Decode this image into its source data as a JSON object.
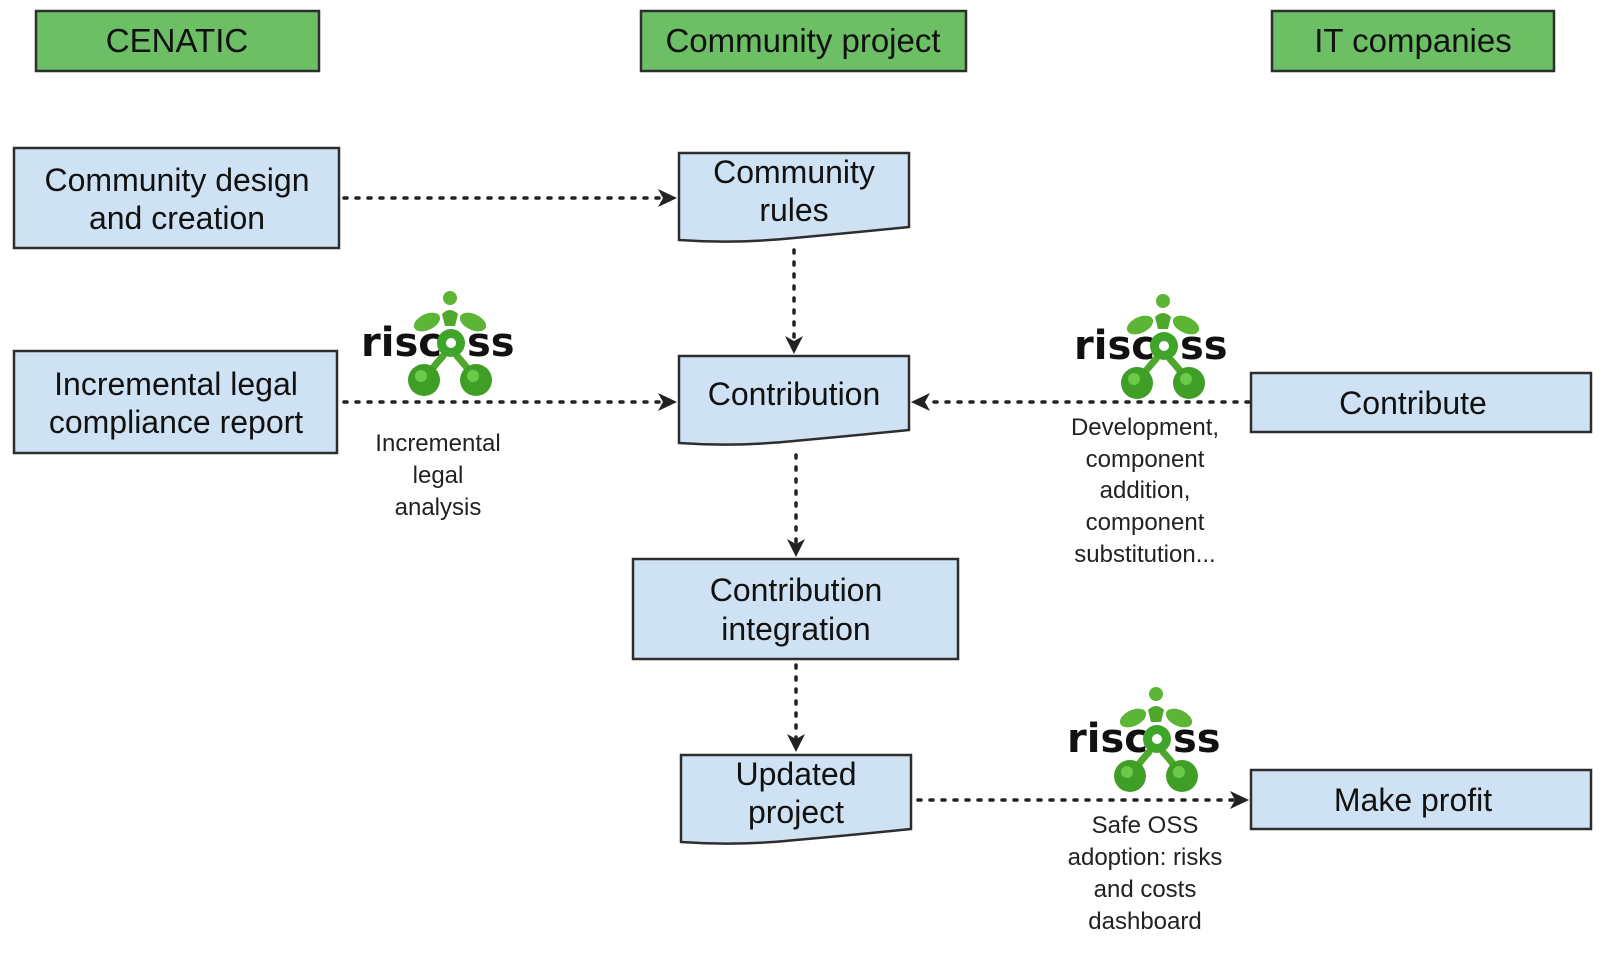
{
  "lanes": {
    "cenatic": "CENATIC",
    "community": "Community project",
    "it": "IT companies"
  },
  "nodes": {
    "design": [
      "Community design",
      "and creation"
    ],
    "rules": [
      "Community",
      "rules"
    ],
    "report": [
      "Incremental legal",
      "compliance report"
    ],
    "contribution": [
      "Contribution"
    ],
    "contribute": [
      "Contribute"
    ],
    "integration": [
      "Contribution",
      "integration"
    ],
    "updated": [
      "Updated",
      "project"
    ],
    "profit": [
      "Make profit"
    ]
  },
  "annotations": {
    "legal": [
      "Incremental",
      "legal",
      "analysis"
    ],
    "development": [
      "Development,",
      "component",
      "addition,",
      "component",
      "substitution..."
    ],
    "adoption": [
      "Safe OSS",
      "adoption: risks",
      "and costs",
      "dashboard"
    ]
  },
  "logo_text": "riscoss",
  "colors": {
    "lane_header_fill": "#6cbf64",
    "node_fill": "#cfe2f3",
    "logo_green": "#5db535",
    "logo_green_dark": "#2f8f22"
  }
}
